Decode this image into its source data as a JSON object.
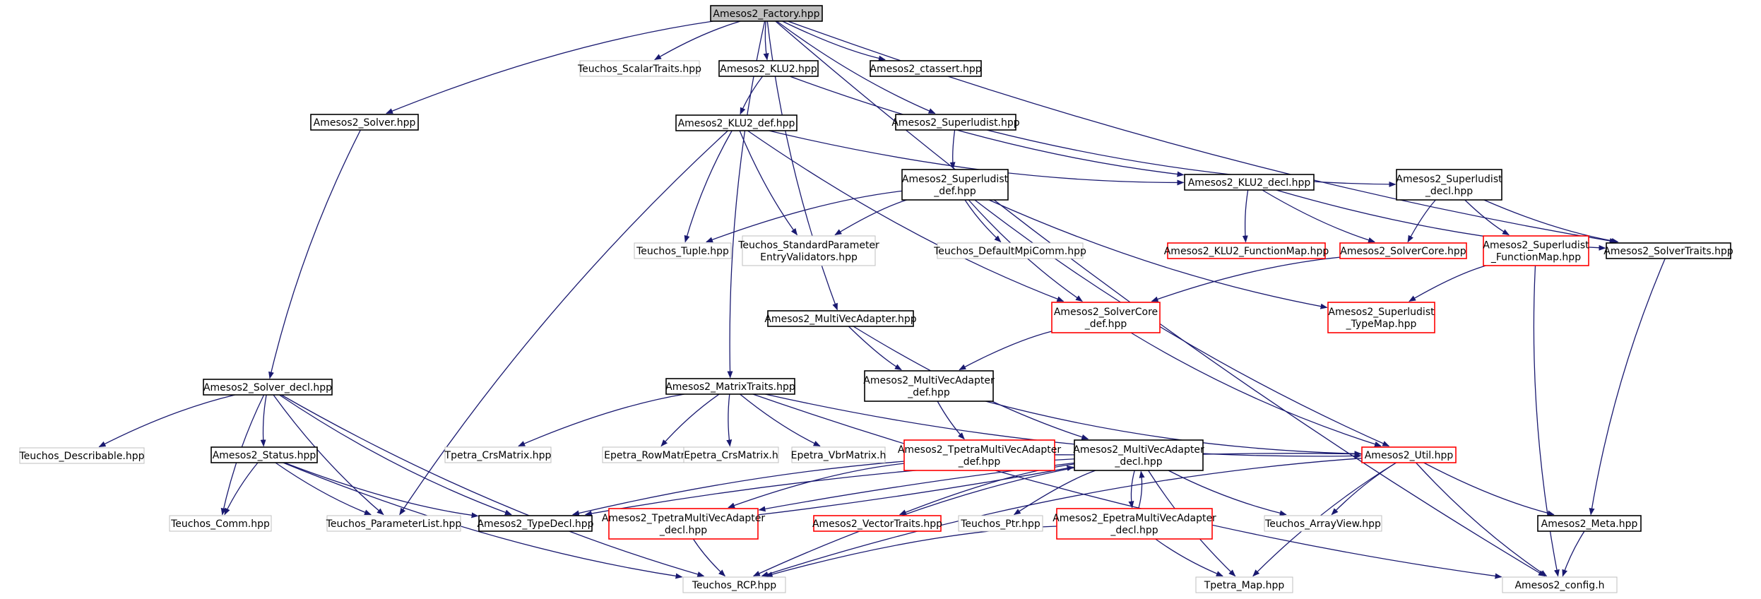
{
  "graph": {
    "colors": {
      "edge": "#191970",
      "box_default": "#000000",
      "box_external": "#bfbfbf",
      "box_incomplete": "#ff0000",
      "root_fill": "#bfbfbf",
      "fill": "#ffffff"
    },
    "nodes": [
      {
        "id": "factory",
        "lines": [
          "Amesos2_Factory.hpp"
        ],
        "kind": "root"
      },
      {
        "id": "solver",
        "lines": [
          "Amesos2_Solver.hpp"
        ],
        "kind": "default"
      },
      {
        "id": "scalartraits",
        "lines": [
          "Teuchos_ScalarTraits.hpp"
        ],
        "kind": "external"
      },
      {
        "id": "klu2",
        "lines": [
          "Amesos2_KLU2.hpp"
        ],
        "kind": "default"
      },
      {
        "id": "ctassert",
        "lines": [
          "Amesos2_ctassert.hpp"
        ],
        "kind": "default"
      },
      {
        "id": "klu2def",
        "lines": [
          "Amesos2_KLU2_def.hpp"
        ],
        "kind": "default"
      },
      {
        "id": "superludist",
        "lines": [
          "Amesos2_Superludist.hpp"
        ],
        "kind": "default"
      },
      {
        "id": "sludef",
        "lines": [
          "Amesos2_Superludist",
          "_def.hpp"
        ],
        "kind": "default"
      },
      {
        "id": "klu2decl",
        "lines": [
          "Amesos2_KLU2_decl.hpp"
        ],
        "kind": "default"
      },
      {
        "id": "sludecl",
        "lines": [
          "Amesos2_Superludist",
          "_decl.hpp"
        ],
        "kind": "default"
      },
      {
        "id": "tuple",
        "lines": [
          "Teuchos_Tuple.hpp"
        ],
        "kind": "external"
      },
      {
        "id": "stdparam",
        "lines": [
          "Teuchos_StandardParameter",
          "EntryValidators.hpp"
        ],
        "kind": "external"
      },
      {
        "id": "mpicomm",
        "lines": [
          "Teuchos_DefaultMpiComm.hpp"
        ],
        "kind": "external"
      },
      {
        "id": "klu2fmap",
        "lines": [
          "Amesos2_KLU2_FunctionMap.hpp"
        ],
        "kind": "incomplete"
      },
      {
        "id": "solvercore",
        "lines": [
          "Amesos2_SolverCore.hpp"
        ],
        "kind": "incomplete"
      },
      {
        "id": "slufmap",
        "lines": [
          "Amesos2_Superludist",
          "_FunctionMap.hpp"
        ],
        "kind": "incomplete"
      },
      {
        "id": "solvertraits",
        "lines": [
          "Amesos2_SolverTraits.hpp"
        ],
        "kind": "default"
      },
      {
        "id": "mva",
        "lines": [
          "Amesos2_MultiVecAdapter.hpp"
        ],
        "kind": "default"
      },
      {
        "id": "scdef",
        "lines": [
          "Amesos2_SolverCore",
          "_def.hpp"
        ],
        "kind": "incomplete"
      },
      {
        "id": "slutmap",
        "lines": [
          "Amesos2_Superludist",
          "_TypeMap.hpp"
        ],
        "kind": "incomplete"
      },
      {
        "id": "solverdecl",
        "lines": [
          "Amesos2_Solver_decl.hpp"
        ],
        "kind": "default"
      },
      {
        "id": "mtraits",
        "lines": [
          "Amesos2_MatrixTraits.hpp"
        ],
        "kind": "default"
      },
      {
        "id": "mvadef",
        "lines": [
          "Amesos2_MultiVecAdapter",
          "_def.hpp"
        ],
        "kind": "default"
      },
      {
        "id": "describable",
        "lines": [
          "Teuchos_Describable.hpp"
        ],
        "kind": "external"
      },
      {
        "id": "status",
        "lines": [
          "Amesos2_Status.hpp"
        ],
        "kind": "default"
      },
      {
        "id": "tcrs",
        "lines": [
          "Tpetra_CrsMatrix.hpp"
        ],
        "kind": "external"
      },
      {
        "id": "erow",
        "lines": [
          "Epetra_RowMatrix.h"
        ],
        "kind": "external"
      },
      {
        "id": "ecrs",
        "lines": [
          "Epetra_CrsMatrix.h"
        ],
        "kind": "external"
      },
      {
        "id": "evbr",
        "lines": [
          "Epetra_VbrMatrix.h"
        ],
        "kind": "external"
      },
      {
        "id": "tmvadef",
        "lines": [
          "Amesos2_TpetraMultiVecAdapter",
          "_def.hpp"
        ],
        "kind": "incomplete"
      },
      {
        "id": "mvadecl",
        "lines": [
          "Amesos2_MultiVecAdapter",
          "_decl.hpp"
        ],
        "kind": "default"
      },
      {
        "id": "util",
        "lines": [
          "Amesos2_Util.hpp"
        ],
        "kind": "incomplete"
      },
      {
        "id": "comm",
        "lines": [
          "Teuchos_Comm.hpp"
        ],
        "kind": "external"
      },
      {
        "id": "plist",
        "lines": [
          "Teuchos_ParameterList.hpp"
        ],
        "kind": "external"
      },
      {
        "id": "typedecl",
        "lines": [
          "Amesos2_TypeDecl.hpp"
        ],
        "kind": "default"
      },
      {
        "id": "tmvadecl",
        "lines": [
          "Amesos2_TpetraMultiVecAdapter",
          "_decl.hpp"
        ],
        "kind": "incomplete"
      },
      {
        "id": "vtraits",
        "lines": [
          "Amesos2_VectorTraits.hpp"
        ],
        "kind": "incomplete"
      },
      {
        "id": "ptr",
        "lines": [
          "Teuchos_Ptr.hpp"
        ],
        "kind": "external"
      },
      {
        "id": "emvadecl",
        "lines": [
          "Amesos2_EpetraMultiVecAdapter",
          "_decl.hpp"
        ],
        "kind": "incomplete"
      },
      {
        "id": "arrayview",
        "lines": [
          "Teuchos_ArrayView.hpp"
        ],
        "kind": "external"
      },
      {
        "id": "meta",
        "lines": [
          "Amesos2_Meta.hpp"
        ],
        "kind": "default"
      },
      {
        "id": "rcp",
        "lines": [
          "Teuchos_RCP.hpp"
        ],
        "kind": "external"
      },
      {
        "id": "tmap",
        "lines": [
          "Tpetra_Map.hpp"
        ],
        "kind": "external"
      },
      {
        "id": "config",
        "lines": [
          "Amesos2_config.h"
        ],
        "kind": "external"
      }
    ],
    "edges": [
      [
        "factory",
        "solver"
      ],
      [
        "factory",
        "scalartraits"
      ],
      [
        "factory",
        "klu2"
      ],
      [
        "factory",
        "ctassert"
      ],
      [
        "factory",
        "superludist"
      ],
      [
        "factory",
        "solvertraits"
      ],
      [
        "factory",
        "config"
      ],
      [
        "factory",
        "mva"
      ],
      [
        "factory",
        "mtraits"
      ],
      [
        "solver",
        "solverdecl"
      ],
      [
        "klu2",
        "klu2def"
      ],
      [
        "klu2",
        "klu2decl"
      ],
      [
        "klu2def",
        "tuple"
      ],
      [
        "klu2def",
        "stdparam"
      ],
      [
        "klu2def",
        "klu2decl"
      ],
      [
        "klu2def",
        "scdef"
      ],
      [
        "klu2def",
        "plist"
      ],
      [
        "superludist",
        "sludef"
      ],
      [
        "superludist",
        "sludecl"
      ],
      [
        "sludef",
        "tuple"
      ],
      [
        "sludef",
        "stdparam"
      ],
      [
        "sludef",
        "mpicomm"
      ],
      [
        "sludef",
        "scdef"
      ],
      [
        "sludef",
        "slutmap"
      ],
      [
        "sludef",
        "util"
      ],
      [
        "klu2decl",
        "klu2fmap"
      ],
      [
        "klu2decl",
        "solvercore"
      ],
      [
        "klu2decl",
        "solvertraits"
      ],
      [
        "sludecl",
        "solvercore"
      ],
      [
        "sludecl",
        "slufmap"
      ],
      [
        "sludecl",
        "solvertraits"
      ],
      [
        "slufmap",
        "slutmap"
      ],
      [
        "slufmap",
        "config"
      ],
      [
        "solvercore",
        "scdef"
      ],
      [
        "solvertraits",
        "meta"
      ],
      [
        "mva",
        "mvadef"
      ],
      [
        "mva",
        "mvadecl"
      ],
      [
        "scdef",
        "mvadef"
      ],
      [
        "scdef",
        "util"
      ],
      [
        "solverdecl",
        "describable"
      ],
      [
        "solverdecl",
        "status"
      ],
      [
        "solverdecl",
        "comm"
      ],
      [
        "solverdecl",
        "plist"
      ],
      [
        "solverdecl",
        "typedecl"
      ],
      [
        "solverdecl",
        "rcp"
      ],
      [
        "mtraits",
        "tcrs"
      ],
      [
        "mtraits",
        "erow"
      ],
      [
        "mtraits",
        "ecrs"
      ],
      [
        "mtraits",
        "evbr"
      ],
      [
        "mtraits",
        "util"
      ],
      [
        "mtraits",
        "config"
      ],
      [
        "mvadef",
        "tmvadef"
      ],
      [
        "mvadef",
        "util"
      ],
      [
        "status",
        "comm"
      ],
      [
        "status",
        "plist"
      ],
      [
        "status",
        "typedecl"
      ],
      [
        "status",
        "rcp"
      ],
      [
        "tmvadef",
        "tmvadecl"
      ],
      [
        "mvadecl",
        "typedecl"
      ],
      [
        "mvadecl",
        "tmvadecl"
      ],
      [
        "mvadecl",
        "vtraits"
      ],
      [
        "mvadecl",
        "ptr"
      ],
      [
        "mvadecl",
        "emvadecl"
      ],
      [
        "mvadecl",
        "arrayview"
      ],
      [
        "mvadecl",
        "rcp"
      ],
      [
        "mvadecl",
        "tmap"
      ],
      [
        "util",
        "typedecl"
      ],
      [
        "util",
        "arrayview"
      ],
      [
        "util",
        "meta"
      ],
      [
        "util",
        "rcp"
      ],
      [
        "util",
        "tmap"
      ],
      [
        "util",
        "config"
      ],
      [
        "tmvadecl",
        "mvadecl"
      ],
      [
        "tmvadecl",
        "rcp"
      ],
      [
        "emvadecl",
        "mvadecl"
      ],
      [
        "emvadecl",
        "rcp"
      ],
      [
        "emvadecl",
        "tmap"
      ],
      [
        "meta",
        "config"
      ]
    ]
  }
}
